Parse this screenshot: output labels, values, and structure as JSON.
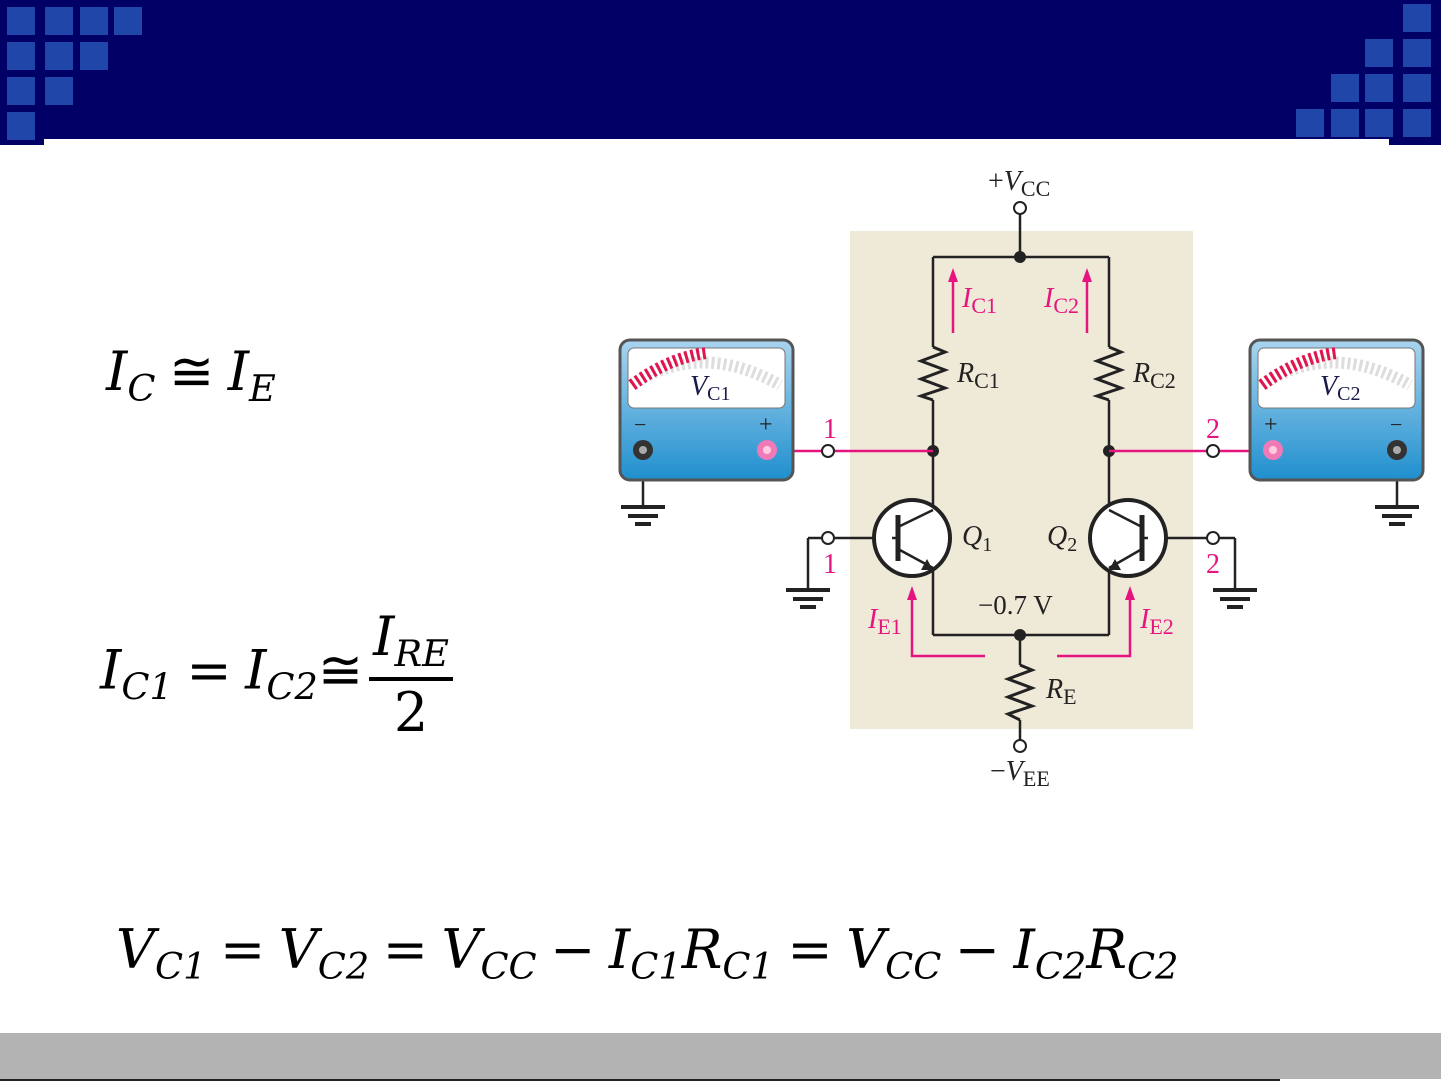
{
  "equations": {
    "eq1": {
      "lhs": "I",
      "lhs_sub": "C",
      "op": "≅",
      "rhs": "I",
      "rhs_sub": "E"
    },
    "eq2": {
      "a": "I",
      "a_sub": "C1",
      "eq": "=",
      "b": "I",
      "b_sub": "C2",
      "approx": "≅",
      "num": "I",
      "num_sub": "RE",
      "den": "2"
    },
    "eq3": {
      "t1": "V",
      "t1_sub": "C1",
      "eq1": "=",
      "t2": "V",
      "t2_sub": "C2",
      "eq2": "=",
      "t3": "V",
      "t3_sub": "CC",
      "minus1": "−",
      "t4": "I",
      "t4_sub": "C1",
      "t5": "R",
      "t5_sub": "C1",
      "eq3": "=",
      "t6": "V",
      "t6_sub": "CC",
      "minus2": "−",
      "t7": "I",
      "t7_sub": "C2",
      "t8": "R",
      "t8_sub": "C2"
    }
  },
  "circuit": {
    "vcc": {
      "sign": "+",
      "v": "V",
      "sub": "CC"
    },
    "vee": {
      "sign": "−",
      "v": "V",
      "sub": "EE"
    },
    "ic1": {
      "i": "I",
      "sub": "C1"
    },
    "ic2": {
      "i": "I",
      "sub": "C2"
    },
    "rc1": {
      "r": "R",
      "sub": "C1"
    },
    "rc2": {
      "r": "R",
      "sub": "C2"
    },
    "re": {
      "r": "R",
      "sub": "E"
    },
    "ie1": {
      "i": "I",
      "sub": "E1"
    },
    "ie2": {
      "i": "I",
      "sub": "E2"
    },
    "q1": {
      "q": "Q",
      "sub": "1"
    },
    "q2": {
      "q": "Q",
      "sub": "2"
    },
    "emitter_voltage": "−0.7 V",
    "node1_out": "1",
    "node1_in": "1",
    "node2_out": "2",
    "node2_in": "2",
    "meter1": {
      "v": "V",
      "sub": "C1",
      "minus": "−",
      "plus": "+"
    },
    "meter2": {
      "v": "V",
      "sub": "C2",
      "minus": "−",
      "plus": "+"
    },
    "colors": {
      "navy": "#000066",
      "squares": "#2046aa",
      "panel": "#efe9d8",
      "pink": "#e6147f"
    }
  }
}
